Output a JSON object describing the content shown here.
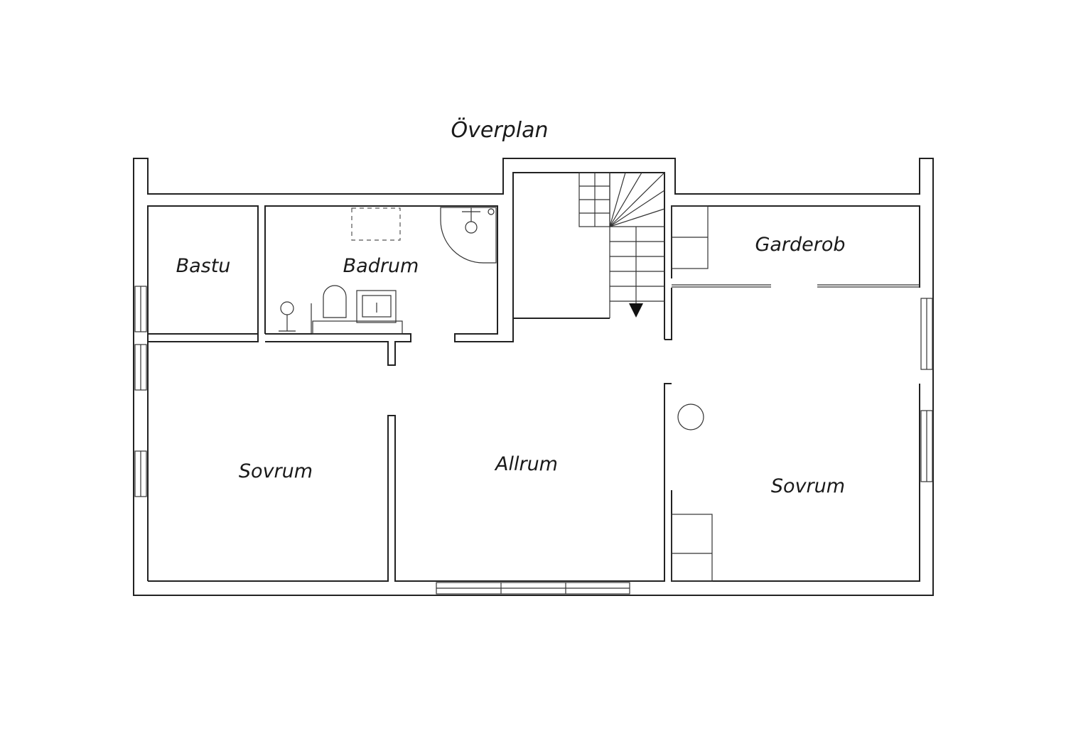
{
  "title": "Överplan",
  "rooms": {
    "bastu": "Bastu",
    "badrum": "Badrum",
    "garderob": "Garderob",
    "sovrum_left": "Sovrum",
    "allrum": "Allrum",
    "sovrum_right": "Sovrum"
  },
  "colors": {
    "wall": "#222222",
    "background": "#ffffff"
  },
  "icons": {
    "stairs": "staircase-icon",
    "direction": "down-arrow-icon",
    "shower": "corner-shower-icon",
    "toilet": "toilet-icon",
    "sink": "sink-icon",
    "column": "round-column-icon"
  }
}
